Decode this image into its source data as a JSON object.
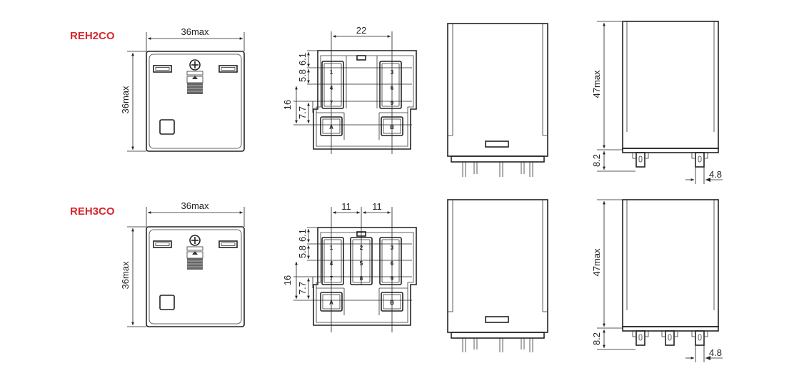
{
  "accent_color": "#d7262e",
  "diagrams": [
    {
      "title": "REH2CO",
      "front_width": "36max",
      "front_height": "36max",
      "pin_spacing": [
        "22"
      ],
      "pin_dims": [
        "6.1",
        "5.8",
        "16",
        "7.7"
      ],
      "pin_rows": [
        [
          "1",
          "3"
        ],
        [
          "4",
          "6"
        ],
        [
          "7",
          "9"
        ],
        [
          "A",
          "B"
        ]
      ],
      "side_height": "47max",
      "terminal_length": "8.2",
      "terminal_width": "4.8"
    },
    {
      "title": "REH3CO",
      "front_width": "36max",
      "front_height": "36max",
      "pin_spacing": [
        "11",
        "11"
      ],
      "pin_dims": [
        "6.1",
        "5.8",
        "16",
        "7.7"
      ],
      "pin_rows": [
        [
          "1",
          "2",
          "3"
        ],
        [
          "4",
          "5",
          "6"
        ],
        [
          "7",
          "8",
          "9"
        ],
        [
          "A",
          "B"
        ]
      ],
      "side_height": "47max",
      "terminal_length": "8.2",
      "terminal_width": "4.8"
    }
  ]
}
